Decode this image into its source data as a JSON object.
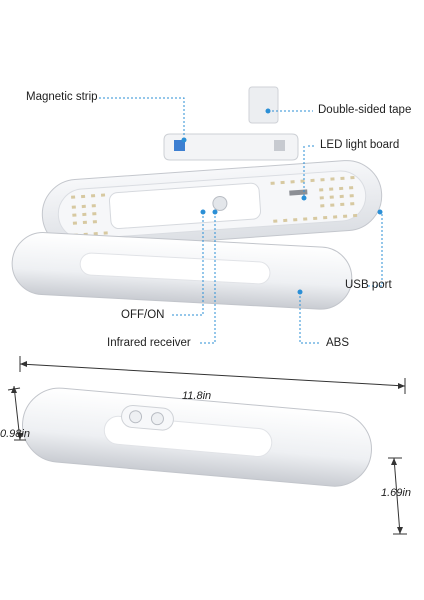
{
  "labels": {
    "magnetic_strip": "Magnetic strip",
    "double_sided_tape": "Double-sided tape",
    "led_light_board": "LED light board",
    "usb_port": "USB port",
    "off_on": "OFF/ON",
    "infrared_receiver": "Infrared receiver",
    "abs": "ABS"
  },
  "dimensions": {
    "length": "11.8in",
    "depth": "0.98in",
    "height": "1.69in"
  },
  "colors": {
    "leader_line": "#2b8fd6",
    "product_white": "#f4f4f6",
    "product_shadow": "#c9ccd2",
    "led_dot": "#d7c9a1"
  }
}
